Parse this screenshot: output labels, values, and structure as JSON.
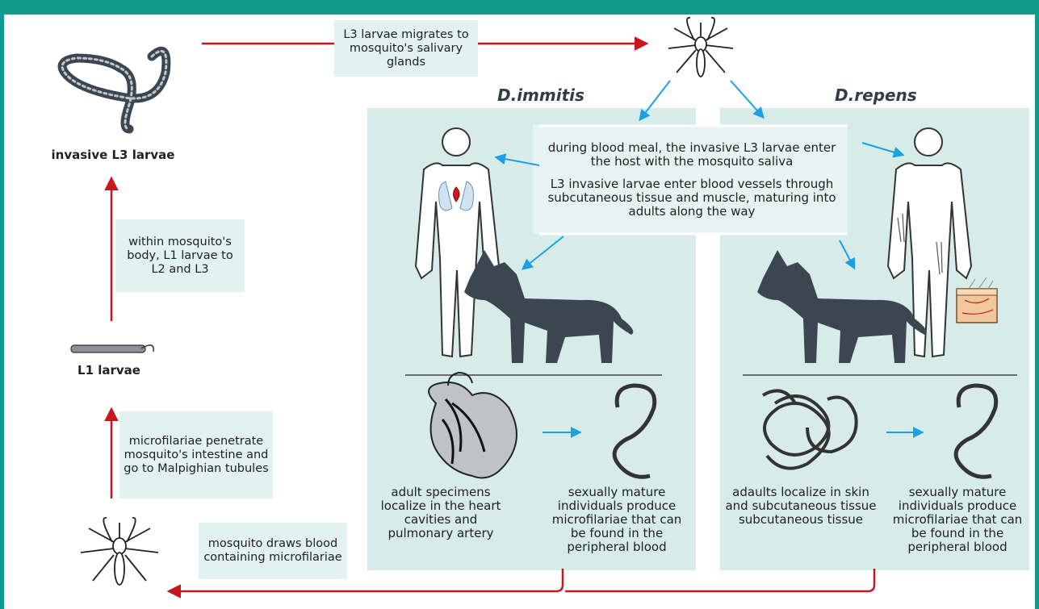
{
  "labels": {
    "invasive_l3": "invasive L3 larvae",
    "l1": "L1 larvae",
    "d_immitis": "D.immitis",
    "d_repens": "D.repens"
  },
  "boxes": {
    "migrates": "L3 larvae migrates to mosquito's salivary glands",
    "within_body": "within mosquito's body, L1 larvae to L2 and L3",
    "microfilariae_penetrate": "microfilariae penetrate mosquito's intestine and go to Malpighian tubules",
    "mosquito_draws": "mosquito draws blood containing microfilariae"
  },
  "center_text": {
    "blood_meal": "during blood meal, the invasive L3 larvae enter the host with the mosquito saliva",
    "enter_vessels": "L3 invasive larvae enter blood vessels through subcutaneous tissue and muscle, maturing into adults along the way"
  },
  "immitis": {
    "adult": "adult specimens localize in the heart cavities and pulmonary artery",
    "mature": "sexually mature individuals produce microfilariae that can be found in the peripheral blood"
  },
  "repens": {
    "adult": "adaults localize in skin and subcutaneous tissue subcutaneous tissue",
    "mature": "sexually mature individuals produce microfilariae that can be found in the peripheral blood"
  },
  "colors": {
    "frame": "#0e9a8c",
    "panel": "#d7ebe8",
    "red_arrow": "#c8161d",
    "blue_arrow": "#1ba1e2",
    "dog": "#3b4650"
  }
}
